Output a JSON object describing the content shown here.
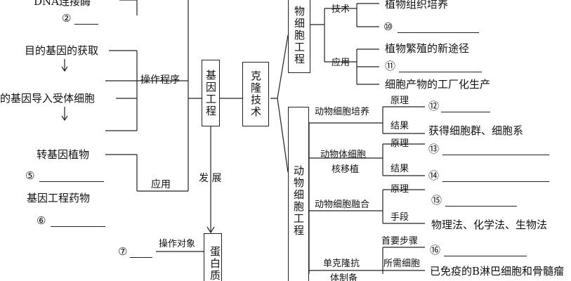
{
  "center": {
    "label": "克隆技术"
  },
  "genetic_engineering": {
    "label": "基因工程",
    "procedure_label": "操作程序",
    "steps": [
      "DNA连接酶",
      "目的基因的获取",
      "的基因导入受体细胞"
    ],
    "application_label": "应用",
    "applications": [
      "转基因植物",
      "基因工程药物"
    ],
    "development_label": "发 展",
    "blanks": [
      "②",
      "⑤",
      "⑥"
    ]
  },
  "protein_engineering": {
    "label": "蛋白质",
    "target_label": "操作对象",
    "blank": "⑦"
  },
  "plant_cell_engineering": {
    "label": "物细胞工程",
    "technique_label": "技术",
    "technique": "植物组织培养",
    "application_label": "应用",
    "applications": [
      "植物繁殖的新途径",
      "细胞产物的工厂化生产"
    ],
    "blanks": [
      "⑩",
      "⑪"
    ]
  },
  "animal_cell_engineering": {
    "label": "动物细胞工程",
    "culture": {
      "label": "动物细胞培养",
      "principle_label": "原理",
      "principle_blank": "⑫",
      "result_label": "结果",
      "result": "获得细胞群、细胞系"
    },
    "nuclear_transfer": {
      "label_1": "动物体细胞",
      "label_2": "核移植",
      "principle_label": "原理",
      "principle_blank": "⑬",
      "result_label": "结果",
      "result_blank": "⑭"
    },
    "fusion": {
      "label": "动物细胞融合",
      "principle_label": "原理",
      "principle_blank": "⑮",
      "method_label": "手段",
      "methods": "物理法、化学法、生物法"
    },
    "monoclonal": {
      "label_1": "单克隆抗",
      "label_2": "体制备",
      "steps_label": "首要步骤",
      "steps_blank": "⑯",
      "cells_label": "所需细胞",
      "cells": "已免疫的B淋巴细胞和骨髓瘤"
    }
  }
}
